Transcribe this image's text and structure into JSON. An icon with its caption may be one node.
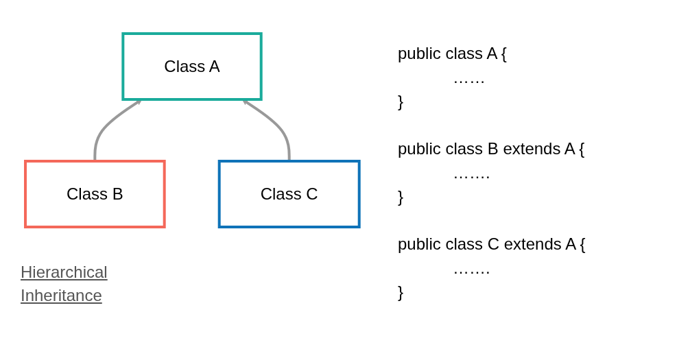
{
  "diagram": {
    "caption": "Hierarchical Inheritance",
    "nodes": [
      {
        "text": [
          "Class A"
        ]
      },
      {
        "text": [
          "Class B"
        ]
      },
      {
        "text": [
          "Class C"
        ]
      }
    ],
    "edges": [
      {
        "from": 1,
        "to": 0,
        "arrow": "to"
      },
      {
        "from": 2,
        "to": 0,
        "arrow": "to"
      }
    ],
    "labels": [
      "public class A {",
      "……",
      "}",
      "public class B extends A {",
      "…….",
      "}",
      "public class C extends A {",
      "…….",
      "}"
    ]
  }
}
